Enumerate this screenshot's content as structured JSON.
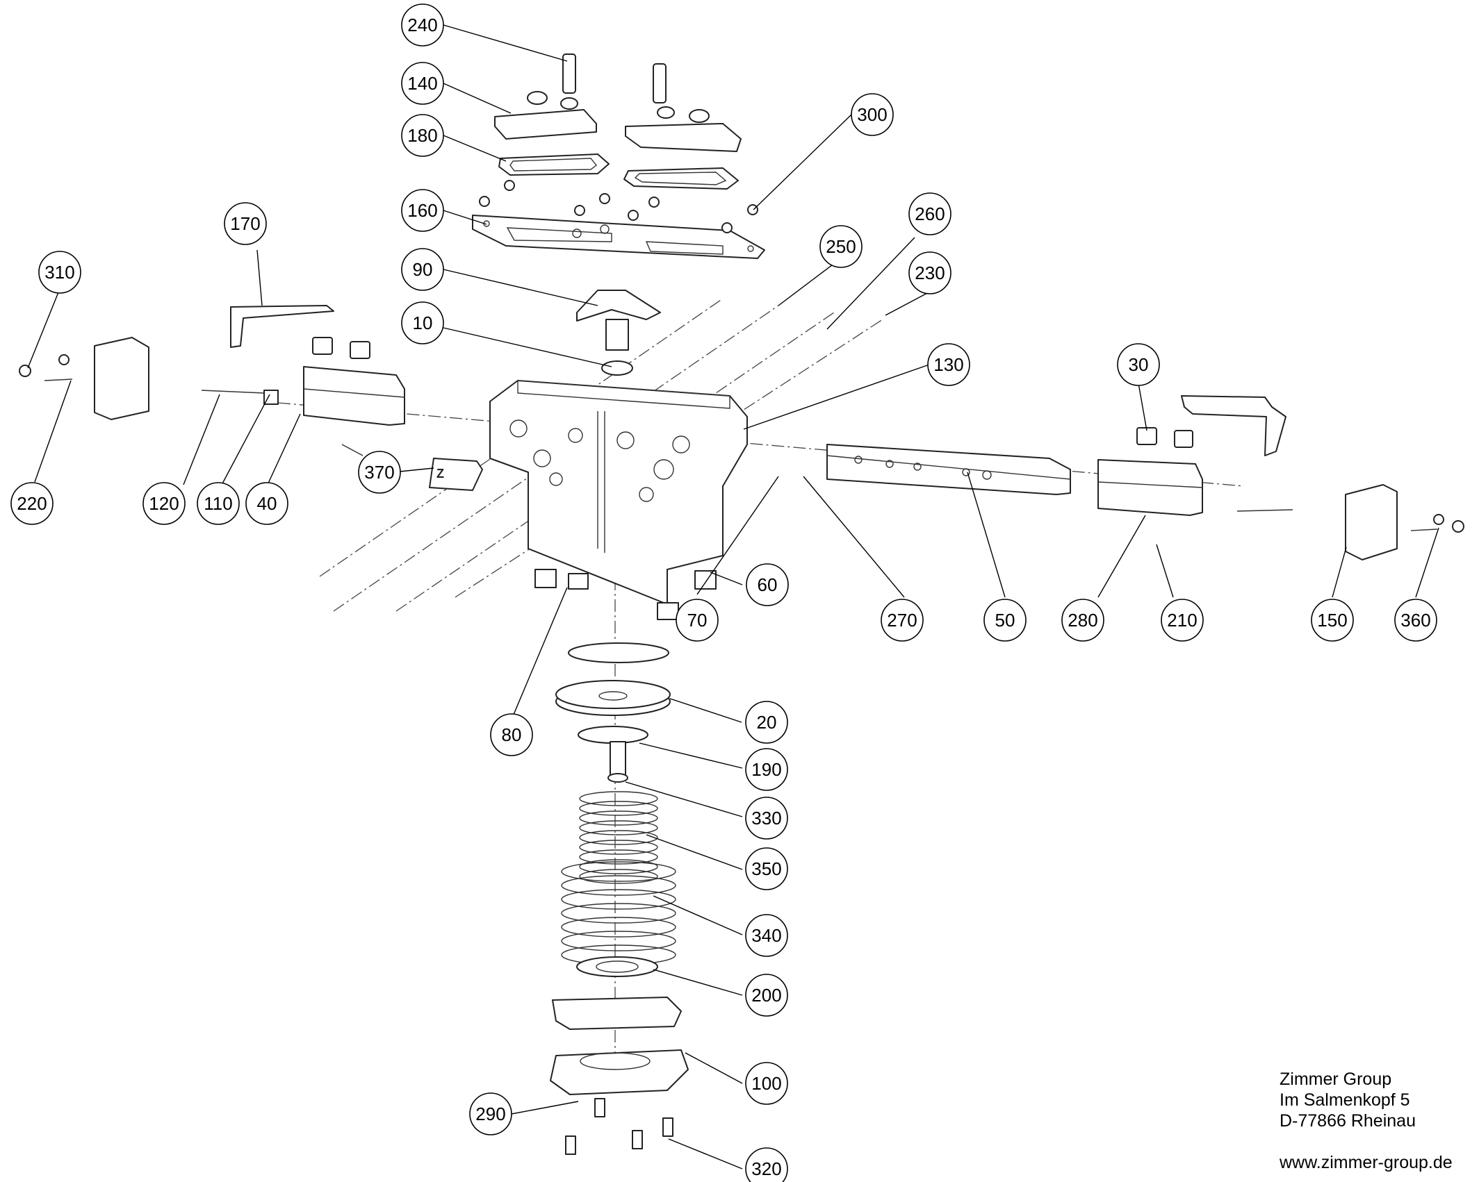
{
  "callouts": [
    "240",
    "140",
    "180",
    "160",
    "300",
    "170",
    "310",
    "90",
    "10",
    "250",
    "260",
    "230",
    "130",
    "30",
    "220",
    "120",
    "110",
    "40",
    "370",
    "60",
    "70",
    "270",
    "50",
    "280",
    "210",
    "150",
    "360",
    "80",
    "20",
    "190",
    "330",
    "350",
    "340",
    "200",
    "100",
    "290",
    "320"
  ],
  "address": {
    "company": "Zimmer Group",
    "street": "Im Salmenkopf 5",
    "city": "D-77866 Rheinau",
    "website": "www.zimmer-group.de"
  }
}
